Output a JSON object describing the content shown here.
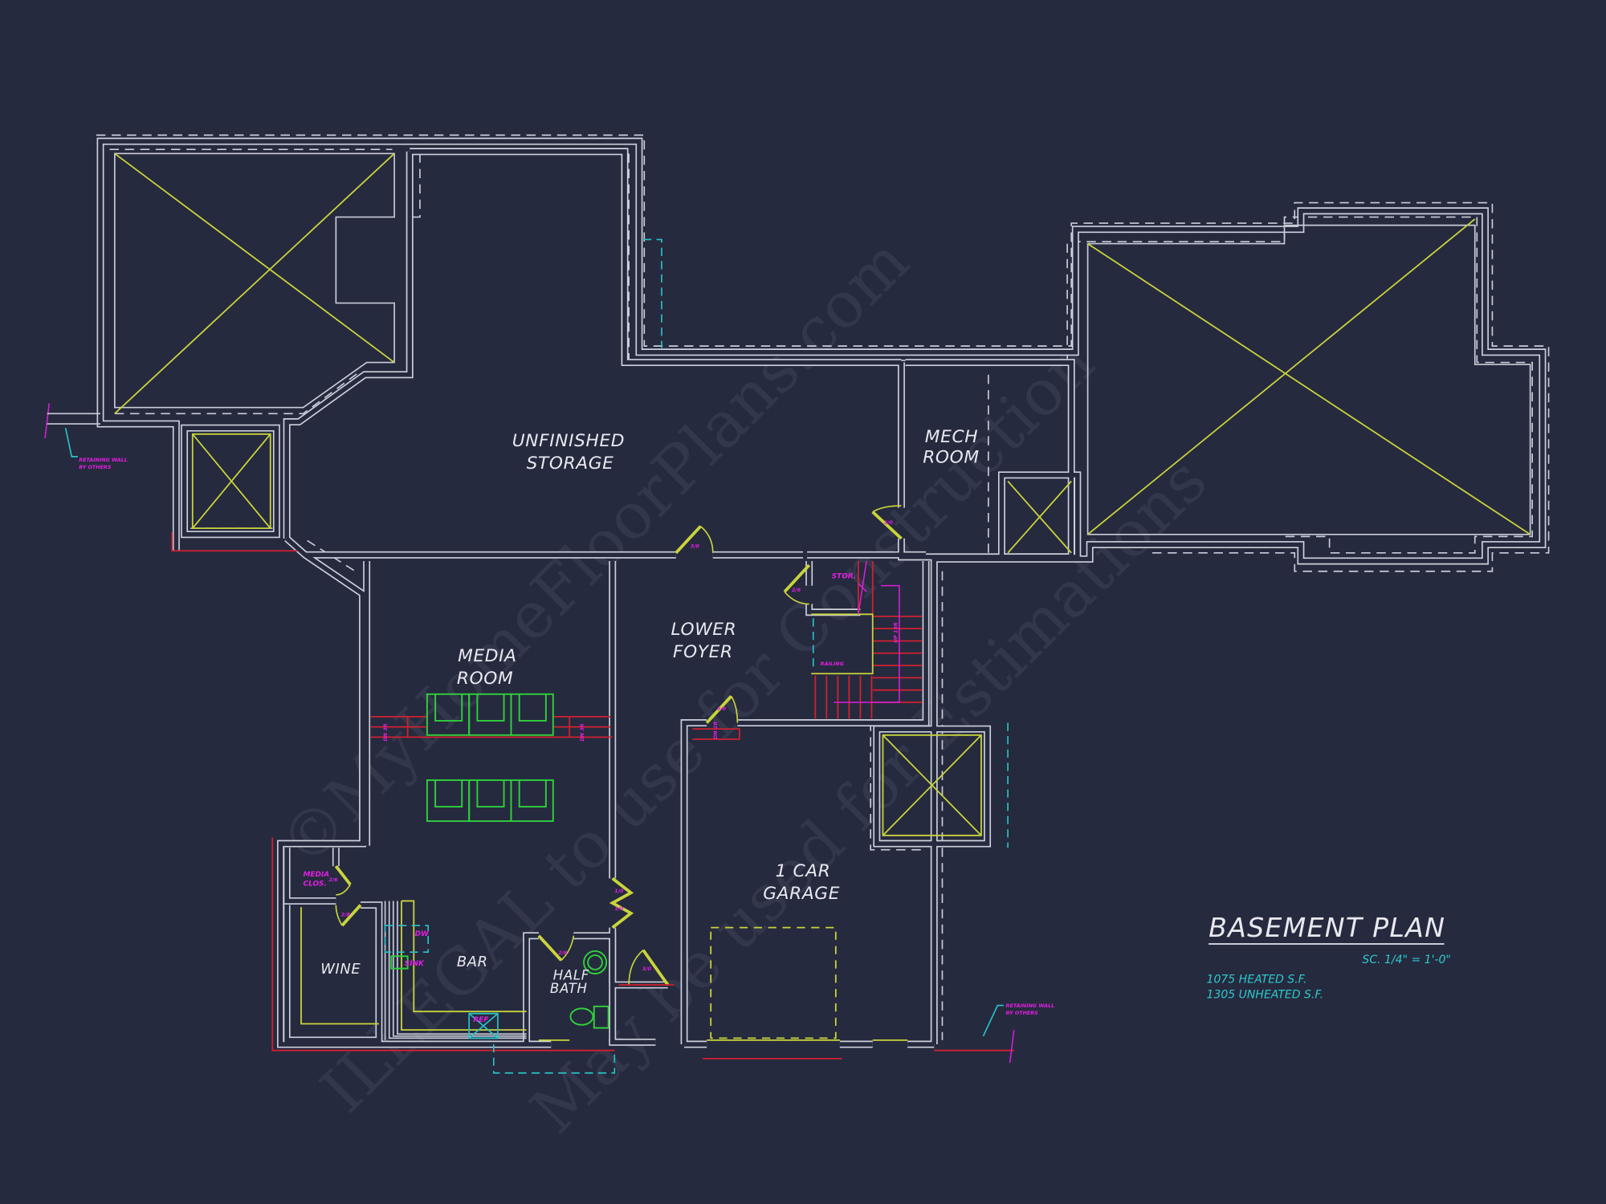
{
  "plan": {
    "title": "BASEMENT PLAN",
    "scale": "SC. 1/4\" = 1'-0\"",
    "heated": "1075 HEATED S.F.",
    "unheated": "1305 UNHEATED S.F."
  },
  "rooms": {
    "unfinished_storage": [
      "UNFINISHED",
      "STORAGE"
    ],
    "mech_room": [
      "MECH",
      "ROOM"
    ],
    "media_room": [
      "MEDIA",
      "ROOM"
    ],
    "lower_foyer": [
      "LOWER",
      "FOYER"
    ],
    "garage": [
      "1 CAR",
      "GARAGE"
    ],
    "wine": "WINE",
    "bar": "BAR",
    "half_bath": [
      "HALF",
      "BATH"
    ],
    "media_closet": [
      "MEDIA",
      "CLOS."
    ]
  },
  "doors": [
    "3/0",
    "3/0",
    "2/6",
    "3/0",
    "2/6",
    "2/8",
    "1/0",
    "1/0",
    "2/6",
    "3/0"
  ],
  "fixtures": {
    "dishwasher": "DW",
    "sink": "SINK",
    "refrigerator": "REF",
    "storage": "STOR.",
    "railing": "RAILING",
    "stairs_up": "UP 13R",
    "media_step_left": "DN 3R",
    "media_step_right": "DN 3R",
    "garage_step": "DN 2R"
  },
  "retaining_walls": [
    [
      "RETAINING WALL",
      "BY OTHERS"
    ],
    [
      "RETAINING WALL",
      "BY OTHERS"
    ]
  ],
  "watermark": [
    "©MyHomeFloorPlans.com",
    "ILLEGAL to use for Construction",
    "May be used for Estimations"
  ],
  "colors": {
    "background": "#262a3e",
    "walls": "#cdd0dc",
    "doors": "#c9d43c",
    "annotations": "#e01fe0",
    "dimensions": "#27c3c8",
    "furniture": "#2fcf3c",
    "steps": "#cf2131"
  }
}
